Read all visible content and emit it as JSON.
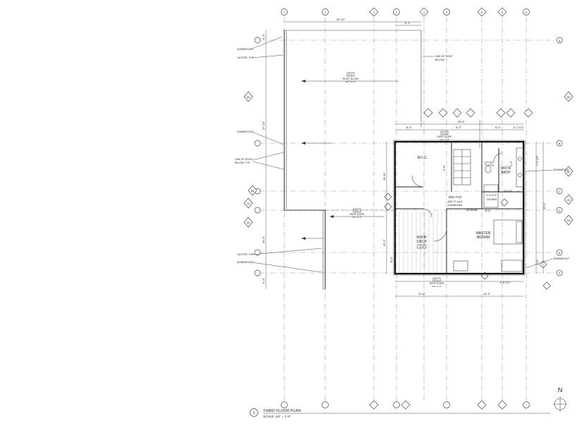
{
  "grid_top": [
    {
      "label": "1"
    },
    {
      "label": "2"
    },
    {
      "label": "3"
    },
    {
      "label": "3"
    },
    {
      "label": "4"
    },
    {
      "label": "4"
    },
    {
      "label": "5"
    },
    {
      "label": "6"
    },
    {
      "label": "6"
    }
  ],
  "grid_right": [
    {
      "label": "A"
    },
    {
      "label": "B"
    },
    {
      "label": "C"
    },
    {
      "label": "D"
    },
    {
      "label": "E"
    },
    {
      "label": "F"
    }
  ],
  "section_markers_right": [
    {
      "label": "A5"
    },
    {
      "label": "B5"
    },
    {
      "label": "C5"
    },
    {
      "label": "D5"
    }
  ],
  "section_markers_left": [
    {
      "label": "A5"
    },
    {
      "label": "B5"
    },
    {
      "label": "C5"
    },
    {
      "label": "D5"
    }
  ],
  "rooms": {
    "wic": "W.I.C.",
    "mstr_bath_1": "MSTR",
    "mstr_bath_2": "BATH",
    "master_bedrm_1": "MASTER",
    "master_bedrm_2": "BEDRM",
    "roof_deck_1": "ROOF",
    "roof_deck_2": "DECK",
    "roof_deck_tag": "R-2",
    "third_flr_1": "3RD FLR",
    "third_flr_2": "623.77 sq ft",
    "third_flr_3": "conditioned",
    "shower": "SHOWER",
    "storage": "STORAGE"
  },
  "annotations": {
    "downspout_1": "DOWNSPOUT",
    "gutter_1": "GUTTER, TYP.",
    "line_of_roof_below_1": "LINE OF ROOF",
    "line_of_roof_below_1b": "BELOW",
    "downspout_2": "DOWNSPOUT",
    "line_of_roof_below_2": "LINE OF ROOF",
    "line_of_roof_below_2b": "BELOW, TYP.",
    "gutter_2": "GUTTER, TYP.",
    "downspout_3": "DOWNSPOUT",
    "downspout_right_1": "DOWNSPOUT",
    "downspout_right_2": "DOWNSPOUT"
  },
  "roof_slopes": [
    {
      "tag": "R-1",
      "label": "ROOF SLOPE",
      "value": "1/4\" / 1'-0\""
    },
    {
      "tag": "R-1",
      "label": "ROOF SLOPE",
      "value": "1/4\" / 1'-0\""
    },
    {
      "tag": "R-1",
      "label": "ROOF SLOPE",
      "value": "1/4\" / 1'-0\""
    },
    {
      "tag": "R-1",
      "label": "ROOF SLOPE",
      "value": "1/4\" / 1'-0\""
    }
  ],
  "dimensions": {
    "top_overall": "28'-10\"",
    "top_small": "6'-1\"",
    "upper_overall": "26'-6\"",
    "upper_left": "6'-0\"",
    "upper_mid": "9'-2\"",
    "upper_right": "6'-1 1/4\"",
    "upper_right2": "6'-2\"",
    "left_vert_1": "6'-0\"",
    "left_vert_2": "37'-10\"",
    "left_vert_3": "35'-6\"",
    "left_vert_4": "6'-0\"",
    "right_vert_1": "7'-6 1/2\"",
    "right_vert_2": "22'-0\"",
    "right_vert_3": "4'-0\"",
    "inner_1": "16'-11\"",
    "inner_2": "16'-6\"",
    "inner_3": "8'-0\"",
    "inner_4": "6'-8\"",
    "inner_5": "3'-0\"",
    "inner_6": "5'-6\"",
    "inner_7": "3'-0\"",
    "bottom_1": "9'-8 1/2\"",
    "bottom_2": "13'-8\"",
    "bottom_3": "13'-3\"",
    "shower_dim": "3'-0 x 5'-0\"",
    "bath_dim": "6'-1 1/4\""
  },
  "title_block": {
    "number": "1",
    "title": "THIRD FLOOR PLAN",
    "scale": "SCALE: 1/4\" = 1'-0\""
  },
  "north": "N"
}
